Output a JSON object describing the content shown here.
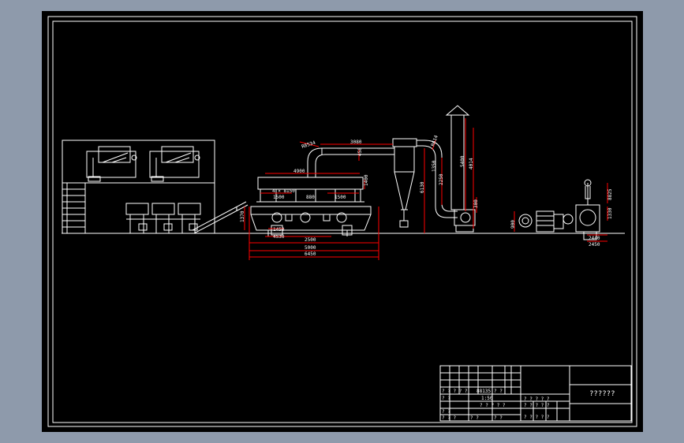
{
  "colors": {
    "outer_background": "#8e9aab",
    "sheet": "#000000",
    "frame_line": "#ffffff",
    "dimension_line": "#ff0000"
  },
  "dimensions": {
    "duct_long": "3080",
    "bed_width": "4900",
    "bed_upper": "1500",
    "bed_upper_right": "1500",
    "bed_mid_left": "4 × 8150",
    "bed_vertical": "1400",
    "bed_height_left": "1370",
    "bed_height_right": "880",
    "duct_diag": "R8534",
    "duct_rise": "458",
    "base_2500": "2500",
    "base_5000": "5000",
    "base_6450": "6450",
    "sub_a": "1450",
    "sub_b": "4530",
    "cyclone_height": "6130",
    "cyclone_h2": "2250",
    "column_a": "1350",
    "column_b": "4014",
    "column_c": "5400",
    "column_d": "300",
    "arc_label": "R614",
    "fan_a": "900",
    "fan_b": "8825",
    "fan_c": "1330",
    "fan_d": "2440",
    "fan_e": "2450"
  },
  "title_block": {
    "title": "??????",
    "cell_1": "? ? ? ? ?",
    "cell_2": "? ? ? ? ?",
    "cell_3": "? ? ? ? ?",
    "cell_4": "? ?",
    "cell_5": "? ?",
    "cell_6": "? ? ?",
    "cell_7": "? ?",
    "cell_8": "? ?",
    "cell_9": "? ?",
    "cell_10": "? ? ? ? ?",
    "cell_11": "? ? ? ? ?",
    "scale_text": "1:50",
    "number_text": "88135"
  }
}
